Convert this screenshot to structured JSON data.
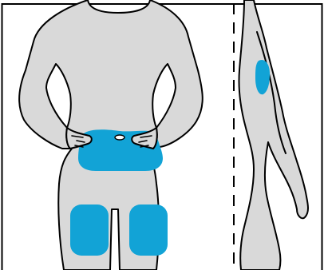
{
  "figure": {
    "views": [
      "front",
      "side"
    ],
    "colors": {
      "body_fill": "#d9d9d9",
      "outline": "#000000",
      "injection_site": "#12a3d6",
      "background": "#ffffff"
    },
    "highlighted_regions": {
      "front": [
        "abdomen",
        "left-thigh",
        "right-thigh"
      ],
      "side": [
        "upper-arm-back"
      ]
    }
  }
}
